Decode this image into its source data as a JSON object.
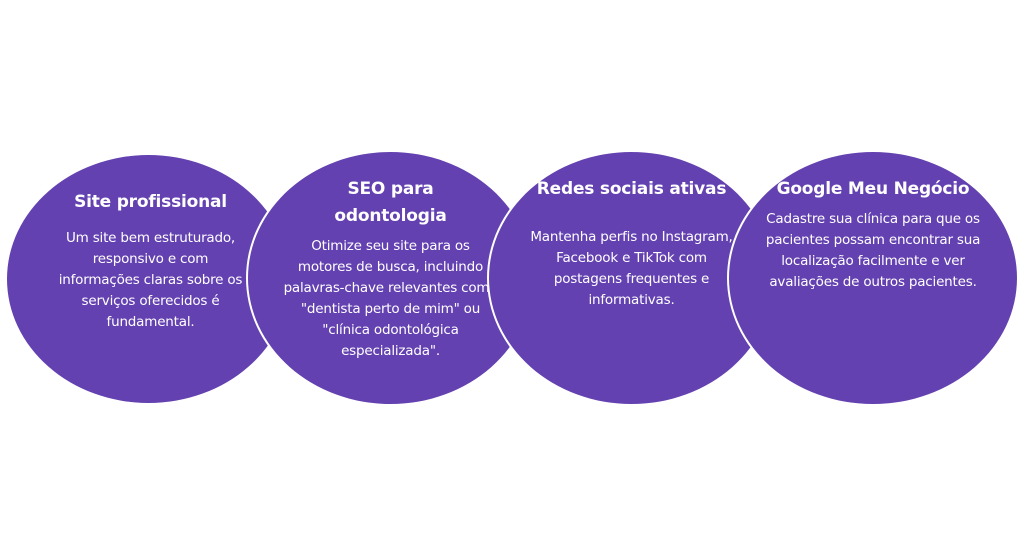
{
  "cards": [
    {
      "title": "Site profissional",
      "body": "Um site bem estruturado, responsivo e com informações claras sobre os serviços oferecidos é fundamental."
    },
    {
      "title": "SEO para odontologia",
      "body": "Otimize seu site para os motores de busca, incluindo palavras-chave relevantes como \"dentista perto de mim\" ou \"clínica odontológica especializada\"."
    },
    {
      "title": "Redes sociais ativas",
      "body": "Mantenha perfis no Instagram, Facebook e TikTok com postagens frequentes e informativas."
    },
    {
      "title": "Google Meu Negócio",
      "body": "Cadastre sua clínica para que os pacientes possam encontrar sua localização facilmente e ver avaliações de outros pacientes."
    }
  ],
  "colors": {
    "circle_fill": "#6441b0",
    "circle_border": "#ffffff",
    "text": "#ffffff",
    "background": "#ffffff"
  }
}
